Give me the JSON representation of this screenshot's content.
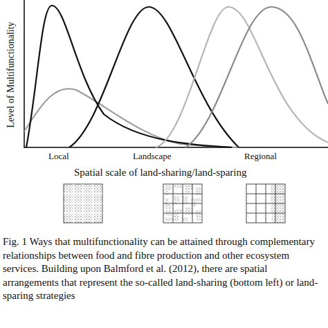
{
  "diagram": {
    "caption": "Fig. 1 Ways that multifunctionality can be attained through complementary relationships between food and fibre production and other ecosystem services. Building upon Balmford et al. (2012), there are spatial arrangements that represent the so-called land-sharing (bottom left) or land-sparing strategies",
    "labels": [
      "Level of Multifunctionality",
      "Local",
      "Landscape",
      "Regional",
      "Spatial scale of land-sharing/land-sparing"
    ]
  }
}
